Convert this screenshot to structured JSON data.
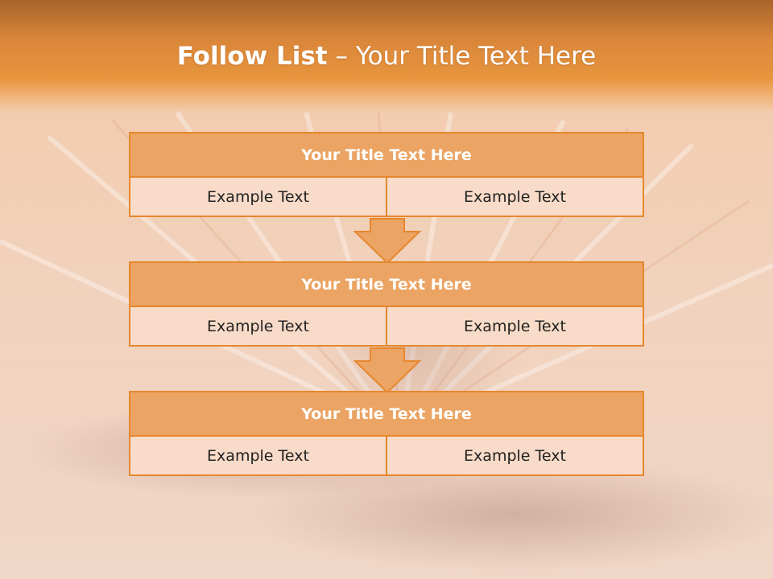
{
  "slide": {
    "title_bold": "Follow List",
    "title_rest": " – Your Title Text Here"
  },
  "steps": [
    {
      "title": "Your Title Text Here",
      "left": "Example Text",
      "right": "Example Text"
    },
    {
      "title": "Your Title Text Here",
      "left": "Example Text",
      "right": "Example Text"
    },
    {
      "title": "Your Title Text Here",
      "left": "Example Text",
      "right": "Example Text"
    }
  ],
  "colors": {
    "accent_orange": "#e6872e",
    "title_fill": "#eba463",
    "cell_fill": "#f8dbc8",
    "header_band": "#d9863a"
  },
  "icons": [
    "down-arrow-icon"
  ]
}
